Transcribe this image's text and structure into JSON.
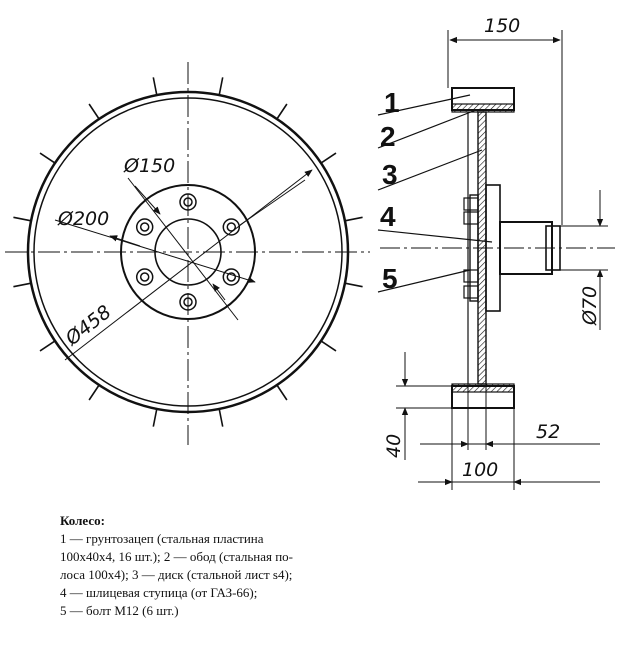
{
  "drawing": {
    "dimensions": {
      "d150": "Ø150",
      "d200": "Ø200",
      "d458": "Ø458",
      "width150": "150",
      "d70": "Ø70",
      "h40": "40",
      "w100": "100",
      "w52": "52"
    },
    "callouts": [
      "1",
      "2",
      "3",
      "4",
      "5"
    ]
  },
  "caption": {
    "title": "Колесо:",
    "lines": [
      "1 — грунтозацеп (стальная пластина",
      "100x40x4, 16 шт.); 2 — обод (стальная по-",
      "лоса 100x4); 3 — диск (стальной лист s4);",
      "4 — шлицевая ступица (от ГАЗ-66);",
      "5 — болт М12 (6 шт.)"
    ]
  }
}
